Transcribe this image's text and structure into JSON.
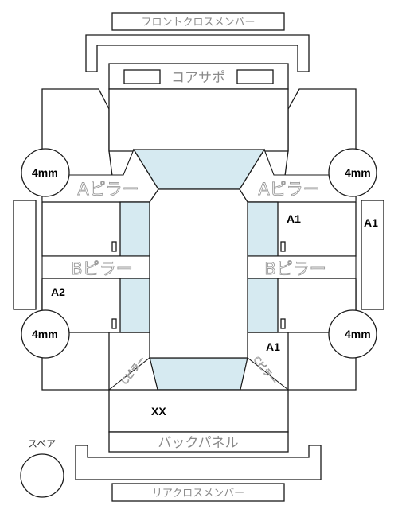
{
  "labels": {
    "front_cross_member": "フロントクロスメンバー",
    "core_support": "コアサポ",
    "a_pillar_left": "Aピラー",
    "a_pillar_right": "Aピラー",
    "b_pillar_left": "Bピラー",
    "b_pillar_right": "Bピラー",
    "back_panel": "バックパネル",
    "rear_cross_member": "リアクロスメンバー",
    "spare": "スペア",
    "c_pillar_left": "ピラー",
    "c_pillar_right": "ピラー",
    "c_prefix": "C"
  },
  "tires": {
    "front_left": "4mm",
    "front_right": "4mm",
    "rear_left": "4mm",
    "rear_right": "4mm"
  },
  "damage_marks": {
    "right_front_door": "A1",
    "right_side_strip": "A1",
    "left_rear_door": "A2",
    "right_rear_fender": "A1",
    "trunk": "XX"
  }
}
